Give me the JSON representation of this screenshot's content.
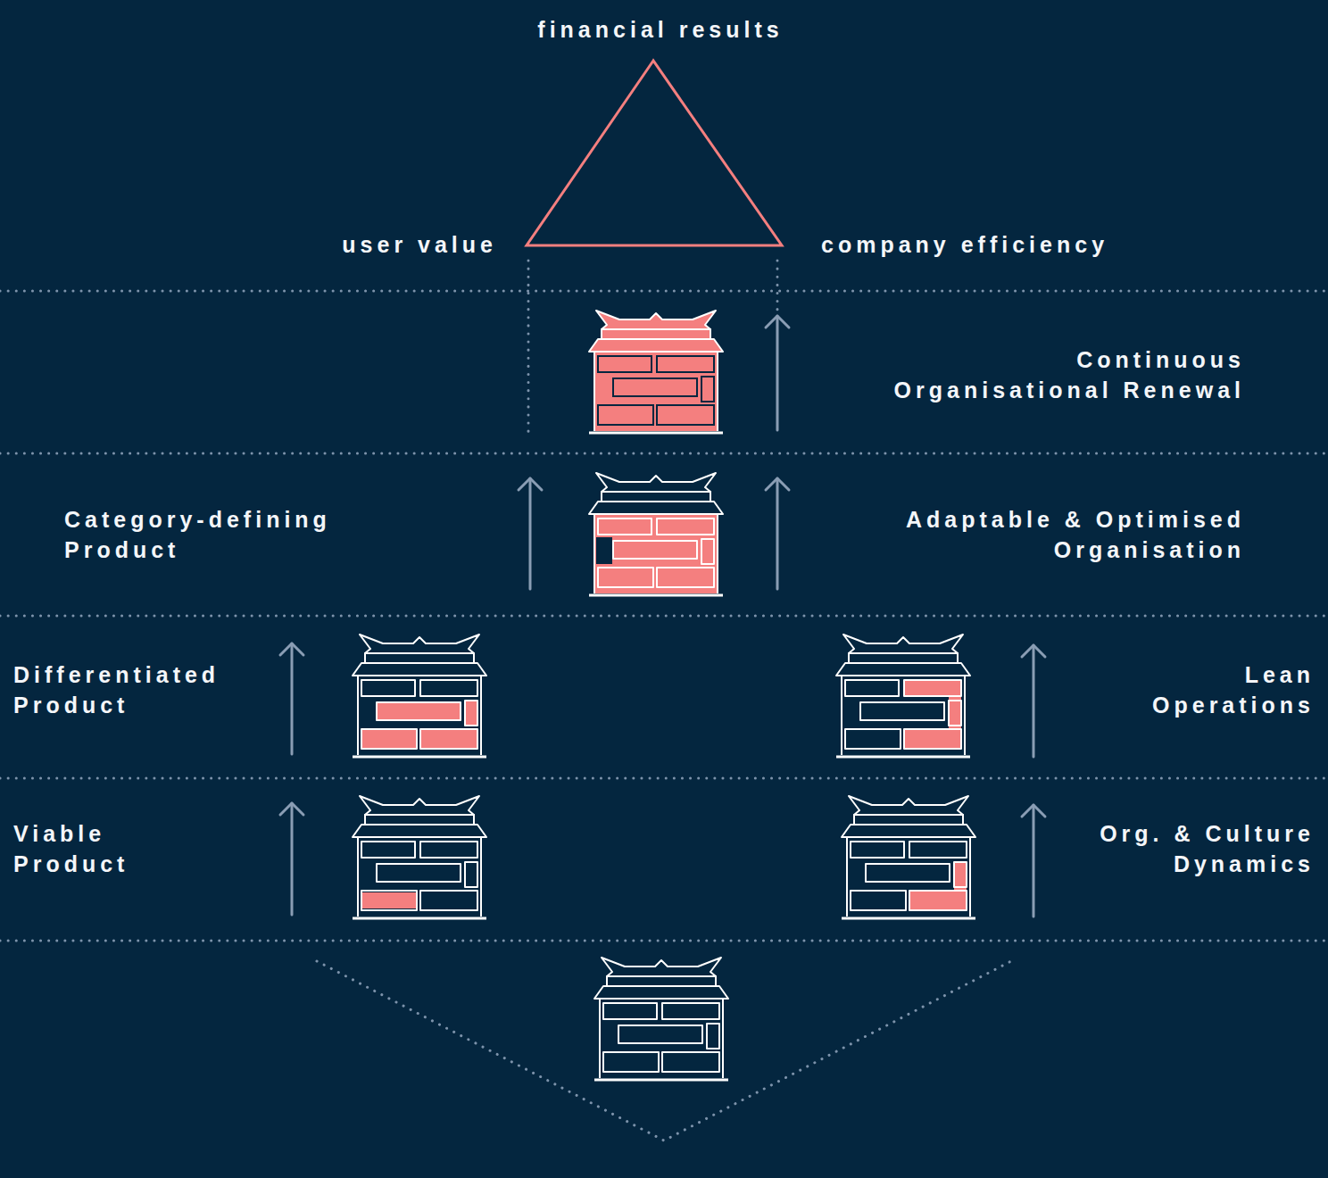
{
  "diagram": {
    "labels": [
      "financial results",
      "user value",
      "company efficiency",
      "Continuous Organisational Renewal",
      "Category-defining Product",
      "Adaptable & Optimised Organisation",
      "Differentiated Product",
      "Lean Operations",
      "Viable Product",
      "Org. & Culture Dynamics"
    ]
  }
}
